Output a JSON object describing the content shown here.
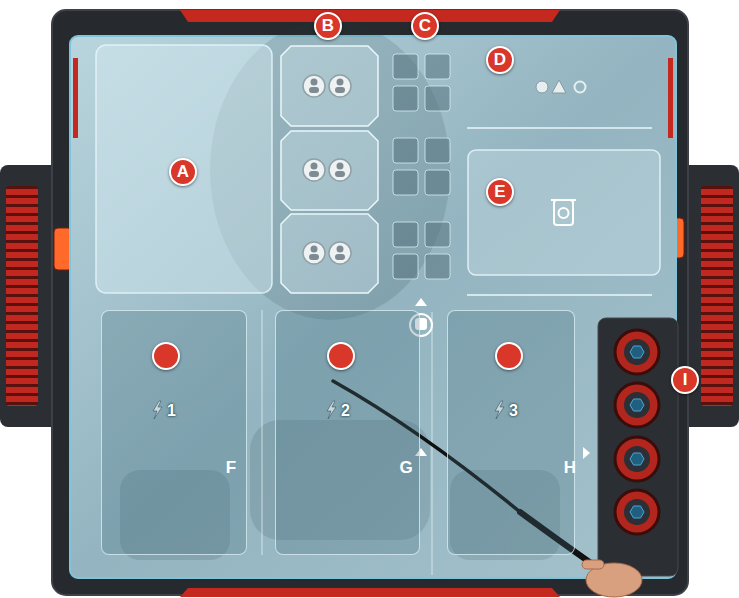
{
  "diagram": {
    "nodes": [
      {
        "text": [
          "B"
        ]
      },
      {
        "text": [
          "C"
        ]
      },
      {
        "text": [
          "D"
        ]
      },
      {
        "text": [
          "A"
        ]
      },
      {
        "text": [
          "E"
        ]
      },
      {
        "text": [
          "1"
        ]
      },
      {
        "text": [
          "F"
        ],
        "in": 5
      },
      {
        "text": [
          "2"
        ]
      },
      {
        "text": [
          "G"
        ],
        "in": 7
      },
      {
        "text": [
          "3"
        ]
      },
      {
        "text": [
          "H"
        ],
        "in": 9
      },
      {
        "text": [
          "I"
        ]
      }
    ],
    "edges": []
  }
}
